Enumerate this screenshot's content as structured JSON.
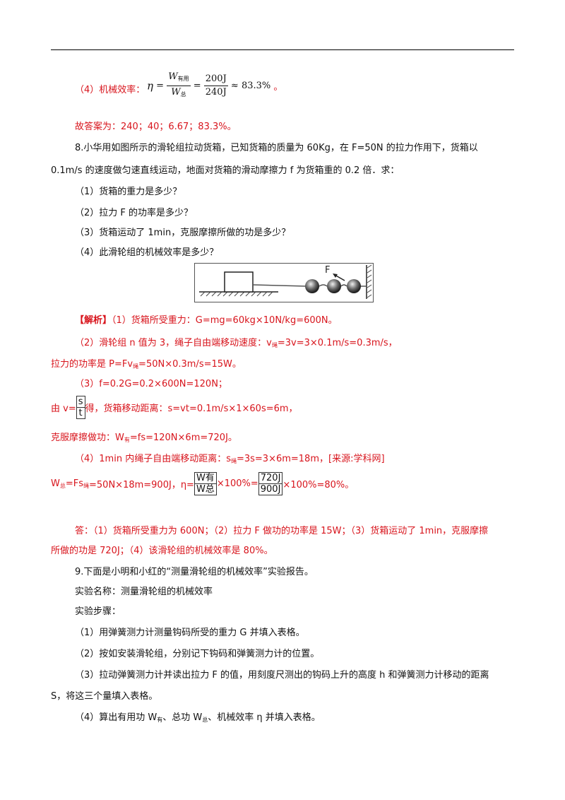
{
  "top": {
    "l1_label": "（4）机械效率：",
    "eta": "η",
    "eq": "=",
    "w_num": "W",
    "w_num_sub": "有用",
    "w_den": "W",
    "w_den_sub": "总",
    "num2": "200J",
    "den2": "240J",
    "approx": "≈ 83.3%",
    "end": "。",
    "answer": "故答案为：240；40；6.67；83.3%。"
  },
  "q8": {
    "stem1": "8.小华用如图所示的滑轮组拉动货箱，已知货箱的质量为 60Kg，在 F=50N 的拉力作用下，货箱以",
    "stem2": "0.1m/s 的速度做匀速直线运动，地面对货箱的滑动摩擦力 f 为货箱重的 0.2 倍．求：",
    "p1": "（1）货箱的重力是多少？",
    "p2": "（2）拉力 F 的功率是多少？",
    "p3": "（3）货箱运动了 1min，克服摩擦所做的功是多少？",
    "p4": "（4）此滑轮组的机械效率是多少？",
    "figure_label": "F"
  },
  "sol": {
    "tag": "【解析】",
    "s1": "（1）货箱所受重力：G=mg=60kg×10N/kg=600N。",
    "s2": "（2）滑轮组 n 值为 3，绳子自由端移动速度：v",
    "s2_sub": "绳",
    "s2_rest": "=3v=3×0.1m/s=0.3m/s，",
    "s3a": "拉力的功率是 P=Fv",
    "s3_sub": "绳",
    "s3b": "=50N×0.3m/s=15W。",
    "s4": "（3）f=0.2G=0.2×600N=120N；",
    "s5a": "由 v=",
    "s5_num": "s",
    "s5_den": "t",
    "s5b": "得，货箱移动距离：s=vt=0.1m/s×1×60s=6m，",
    "s6a": "克服摩擦做功：W",
    "s6_sub": "有",
    "s6b": "=fs=120N×6m=720J。",
    "s7a": "（4）1min 内绳子自由端移动距离：s",
    "s7_sub": "绳",
    "s7b": "=3s=3×6m=18m，[来源:学科网]",
    "s8a": "W",
    "s8_sub": "总",
    "s8b": "=Fs",
    "s8_sub2": "绳",
    "s8c": "=50N×18m=900J，η=",
    "s8_fn": "W有",
    "s8_fd": "W总",
    "s8d": "×100%=",
    "s8_n2": "720J",
    "s8_d2": "900J",
    "s8e": "×100%=80%。",
    "ans1": "答：（1）货箱所受重力为 600N；（2）拉力 F 做功的功率是 15W；（3）货箱运动了 1min，克服摩擦",
    "ans2": "所做的功是 720J；（4）该滑轮组的机械效率是 80%。"
  },
  "q9": {
    "stem": "9.下面是小明和小红的“测量滑轮组的机械效率”实验报告。",
    "name": "实验名称：测量滑轮组的机械效率",
    "steps": "实验步骤：",
    "st1": "（1）用弹簧测力计测量钩码所受的重力 G 并填入表格。",
    "st2": "（2）按如安装滑轮组，分别记下钩码和弹簧测力计的位置。",
    "st3a": "（3）拉动弹簧测力计并读出拉力 F 的值，用刻度尺测出的钩码上升的高度 h 和弹簧测力计移动的距离",
    "st3b": "S，将这三个量填入表格。",
    "st4a": "（4）算出有用功 W",
    "st4_sub1": "有",
    "st4b": "、总功 W",
    "st4_sub2": "总",
    "st4c": "、机械效率 η 并填入表格。"
  }
}
